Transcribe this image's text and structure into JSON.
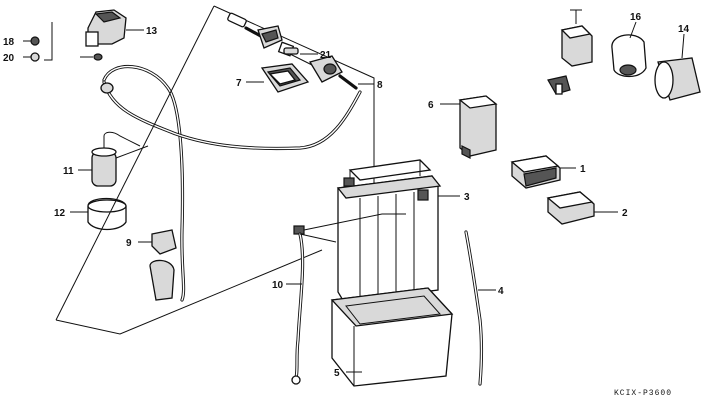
{
  "diagram": {
    "labels": {
      "p1": "1",
      "p2": "2",
      "p3": "3",
      "p4": "4",
      "p5": "5",
      "p6": "6",
      "p7": "7",
      "p8": "8",
      "p9": "9",
      "p10": "10",
      "p11": "11",
      "p12": "12",
      "p13": "13",
      "p14": "14",
      "p16": "16",
      "p18": "18",
      "p20": "20",
      "p21": "21"
    },
    "code": "KCIX-P3600"
  }
}
